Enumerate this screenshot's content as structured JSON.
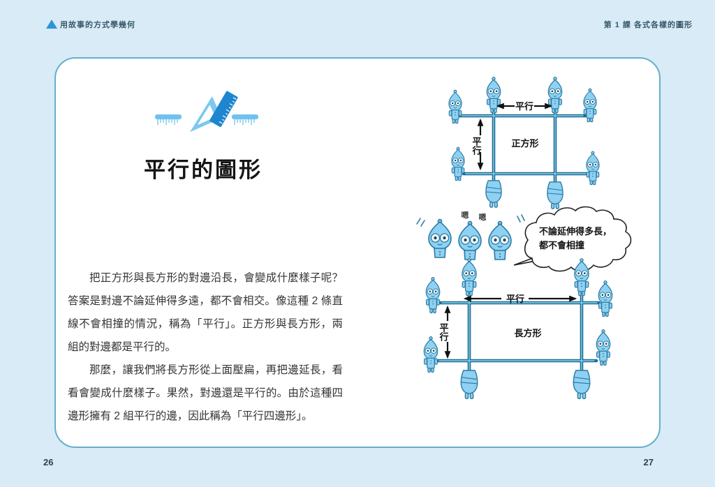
{
  "page": {
    "header_left": "用故事的方式學幾何",
    "header_right": "第 1 課 各式各樣的圖形",
    "page_left": "26",
    "page_right": "27"
  },
  "article": {
    "title": "平行的圖形",
    "paragraphs": [
      "把正方形與長方形的對邊沿長，會變成什麼樣子呢？答案是對邊不論延伸得多遠，都不會相交。像這種 2 條直線不會相撞的情況，稱為「平行」。正方形與長方形，兩組的對邊都是平行的。",
      "那麼，讓我們將長方形從上面壓扁，再把邊延長，看看會變成什麼樣子。果然，對邊還是平行的。由於這種四邊形擁有 2 組平行的邊，因此稱為「平行四邊形」。"
    ]
  },
  "illu": {
    "square": {
      "label": "正方形",
      "h_label": "平行",
      "v_label": "平行"
    },
    "rect": {
      "label": "長方形",
      "h_label": "平行",
      "v_label": "平行"
    },
    "bubble": [
      "不論延伸得多長，",
      "都不會相撞"
    ],
    "murmur": [
      "嗯",
      "嗯"
    ]
  },
  "colors": {
    "background": "#d8ebf6",
    "card_border": "#66aecd",
    "rope": "#1a6e96",
    "character_fill": "#8ed1f2",
    "character_stroke": "#2c7ba3",
    "accent_blue": "#2d94d8"
  }
}
